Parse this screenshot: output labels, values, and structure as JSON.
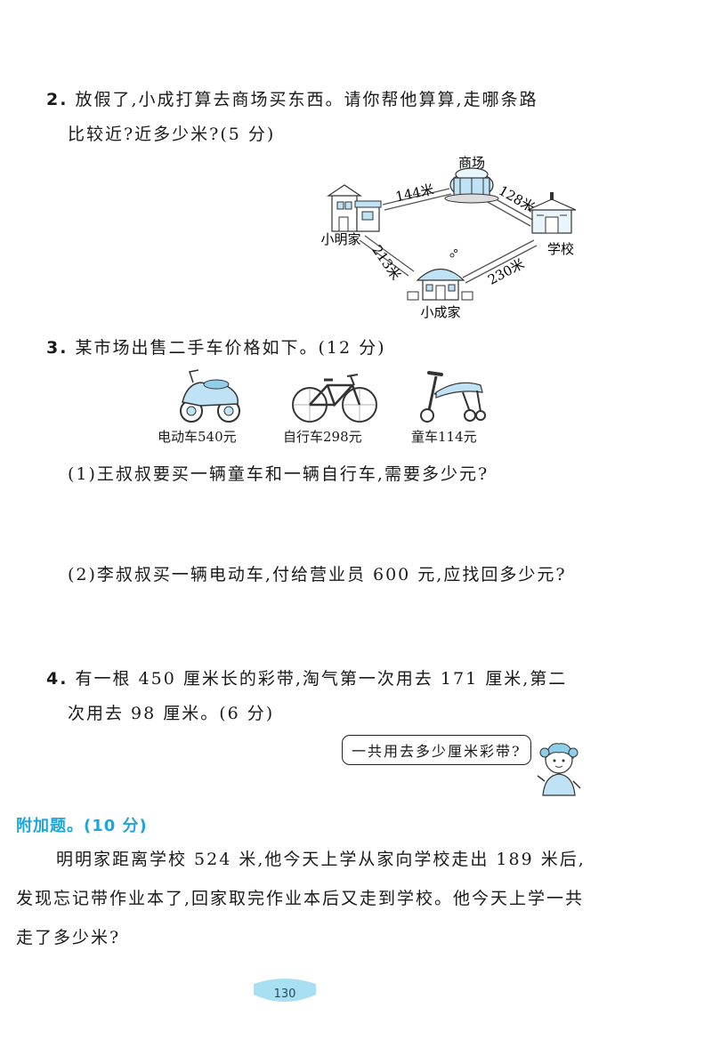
{
  "q2": {
    "num": "2.",
    "line1": "放假了,小成打算去商场买东西。请你帮他算算,走哪条路",
    "line2": "比较近?近多少米?(5 分)",
    "map": {
      "mall": "商场",
      "home_ming": "小明家",
      "school": "学校",
      "home_cheng": "小成家",
      "d_ming_mall": "144米",
      "d_mall_school": "128米",
      "d_ming_cheng": "213米",
      "d_cheng_school": "230米"
    }
  },
  "q3": {
    "num": "3.",
    "title": "某市场出售二手车价格如下。(12 分)",
    "items": [
      {
        "label": "电动车540元",
        "icon": "scooter-icon"
      },
      {
        "label": "自行车298元",
        "icon": "bicycle-icon"
      },
      {
        "label": "童车114元",
        "icon": "kids-scooter-icon"
      }
    ],
    "sub1": "(1)王叔叔要买一辆童车和一辆自行车,需要多少元?",
    "sub2": "(2)李叔叔买一辆电动车,付给营业员 600 元,应找回多少元?"
  },
  "q4": {
    "num": "4.",
    "line1": "有一根 450 厘米长的彩带,淘气第一次用去 171 厘米,第二",
    "line2": "次用去 98 厘米。(6 分)",
    "bubble": "一共用去多少厘米彩带?"
  },
  "bonus": {
    "title": "附加题。(10 分)",
    "text": "明明家距离学校 524 米,他今天上学从家向学校走出 189 米后,发现忘记带作业本了,回家取完作业本后又走到学校。他今天上学一共走了多少米?"
  },
  "page_number": "130",
  "colors": {
    "accent": "#1ea6d8",
    "page_tab": "#a9dff2"
  }
}
